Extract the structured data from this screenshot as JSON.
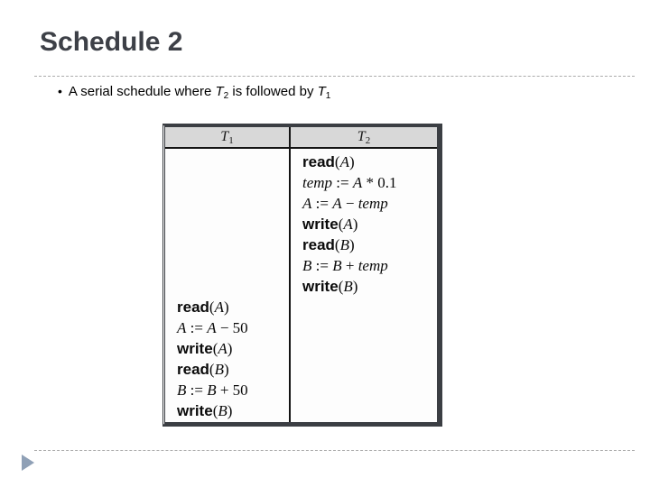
{
  "slide": {
    "title": "Schedule 2",
    "bullet": {
      "marker": "•",
      "segments": [
        {
          "s": "t",
          "v": "A serial schedule where "
        },
        {
          "s": "T",
          "v": "T",
          "sub": "2"
        },
        {
          "s": "t",
          "v": " is followed by "
        },
        {
          "s": "T",
          "v": "T",
          "sub": "1"
        }
      ]
    }
  },
  "table": {
    "columns": [
      {
        "base": "T",
        "sub": "1"
      },
      {
        "base": "T",
        "sub": "2"
      }
    ],
    "t2_ops": [
      [
        {
          "s": "kw",
          "v": "read"
        },
        {
          "s": "rm",
          "v": "("
        },
        {
          "s": "it",
          "v": "A"
        },
        {
          "s": "rm",
          "v": ")"
        }
      ],
      [
        {
          "s": "it",
          "v": "temp"
        },
        {
          "s": "rm",
          "v": " := "
        },
        {
          "s": "it",
          "v": "A"
        },
        {
          "s": "rm",
          "v": " * 0.1"
        }
      ],
      [
        {
          "s": "it",
          "v": "A"
        },
        {
          "s": "rm",
          "v": " := "
        },
        {
          "s": "it",
          "v": "A"
        },
        {
          "s": "rm",
          "v": " − "
        },
        {
          "s": "it",
          "v": "temp"
        }
      ],
      [
        {
          "s": "kw",
          "v": "write"
        },
        {
          "s": "rm",
          "v": "("
        },
        {
          "s": "it",
          "v": "A"
        },
        {
          "s": "rm",
          "v": ")"
        }
      ],
      [
        {
          "s": "kw",
          "v": "read"
        },
        {
          "s": "rm",
          "v": "("
        },
        {
          "s": "it",
          "v": "B"
        },
        {
          "s": "rm",
          "v": ")"
        }
      ],
      [
        {
          "s": "it",
          "v": "B"
        },
        {
          "s": "rm",
          "v": " := "
        },
        {
          "s": "it",
          "v": "B"
        },
        {
          "s": "rm",
          "v": " + "
        },
        {
          "s": "it",
          "v": "temp"
        }
      ],
      [
        {
          "s": "kw",
          "v": "write"
        },
        {
          "s": "rm",
          "v": "("
        },
        {
          "s": "it",
          "v": "B"
        },
        {
          "s": "rm",
          "v": ")"
        }
      ]
    ],
    "t1_ops": [
      [
        {
          "s": "kw",
          "v": "read"
        },
        {
          "s": "rm",
          "v": "("
        },
        {
          "s": "it",
          "v": "A"
        },
        {
          "s": "rm",
          "v": ")"
        }
      ],
      [
        {
          "s": "it",
          "v": "A"
        },
        {
          "s": "rm",
          "v": " := "
        },
        {
          "s": "it",
          "v": "A"
        },
        {
          "s": "rm",
          "v": " − 50"
        }
      ],
      [
        {
          "s": "kw",
          "v": "write"
        },
        {
          "s": "rm",
          "v": "("
        },
        {
          "s": "it",
          "v": "A"
        },
        {
          "s": "rm",
          "v": ")"
        }
      ],
      [
        {
          "s": "kw",
          "v": "read"
        },
        {
          "s": "rm",
          "v": "("
        },
        {
          "s": "it",
          "v": "B"
        },
        {
          "s": "rm",
          "v": ")"
        }
      ],
      [
        {
          "s": "it",
          "v": "B"
        },
        {
          "s": "rm",
          "v": " := "
        },
        {
          "s": "it",
          "v": "B"
        },
        {
          "s": "rm",
          "v": " + 50"
        }
      ],
      [
        {
          "s": "kw",
          "v": "write"
        },
        {
          "s": "rm",
          "v": "("
        },
        {
          "s": "it",
          "v": "B"
        },
        {
          "s": "rm",
          "v": ")"
        }
      ]
    ]
  },
  "icons": {
    "footer_arrow": "play-triangle"
  },
  "colors": {
    "title_text": "#3d4047",
    "table_border": "#3b3e43",
    "header_bg": "#d8d8d8",
    "dashed_line": "#ababab",
    "nav_triangle": "#8fa0b6"
  }
}
